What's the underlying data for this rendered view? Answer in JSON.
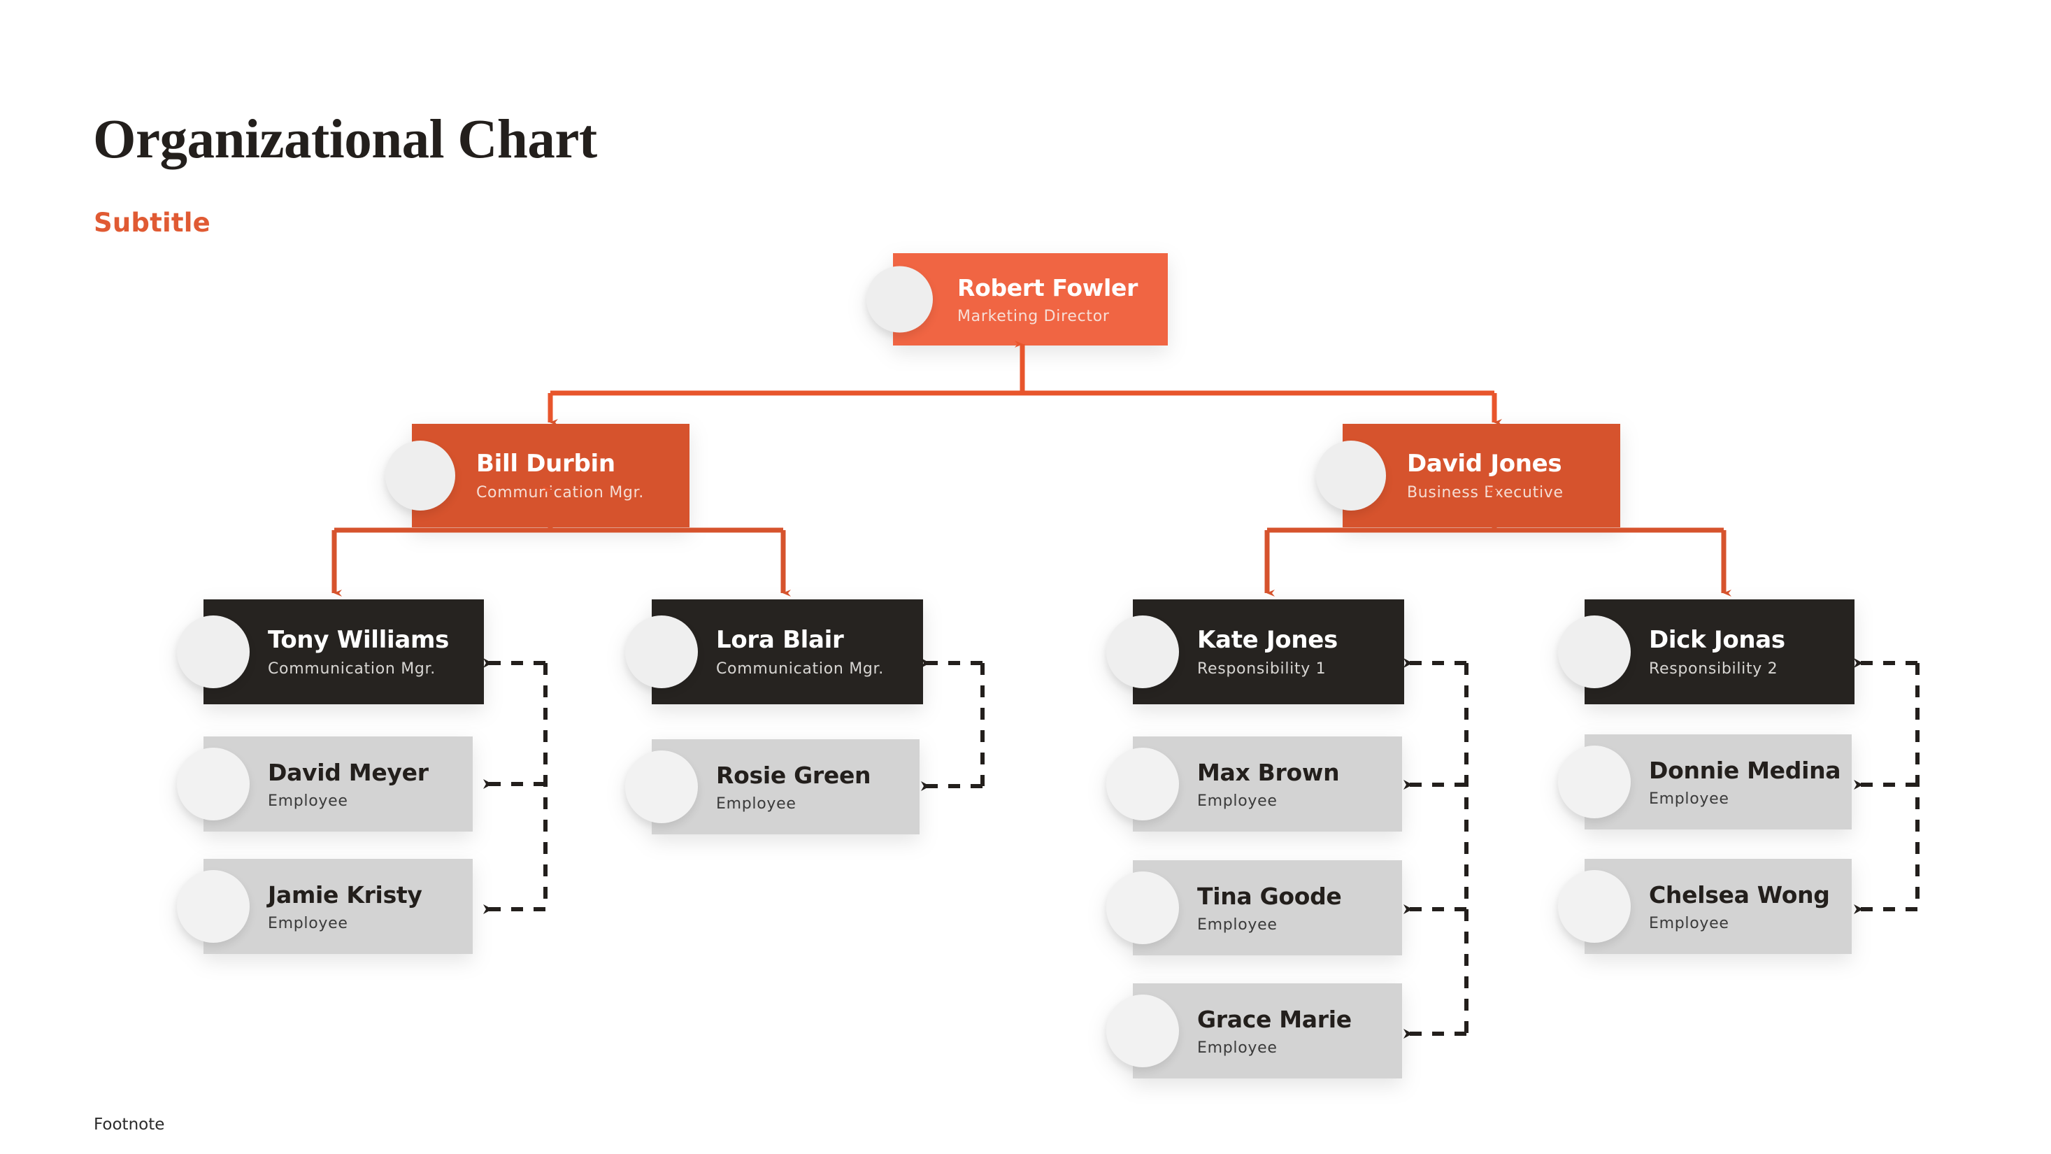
{
  "header": {
    "title": "Organizational Chart",
    "subtitle": "Subtitle",
    "footnote": "Footnote"
  },
  "colors": {
    "accent_orange": "#f06543",
    "manager_orange": "#d6532d",
    "lead_dark": "#262320",
    "employee_grey": "#d3d3d3",
    "avatar_grey": "#eeeeee",
    "title_dark": "#231f1c",
    "dashed_link": "#231f1c",
    "background": "#ffffff"
  },
  "chart_data": {
    "type": "diagram",
    "title": "Organizational Chart",
    "nodes": [
      {
        "id": "robert-fowler",
        "name": "Robert Fowler",
        "role": "Marketing Director",
        "level": 1,
        "style": "orange"
      },
      {
        "id": "bill-durbin",
        "name": "Bill Durbin",
        "role": "Communication Mgr.",
        "level": 2,
        "style": "orange-dark"
      },
      {
        "id": "david-jones",
        "name": "David Jones",
        "role": "Business Executive",
        "level": 2,
        "style": "orange-dark"
      },
      {
        "id": "tony-williams",
        "name": "Tony Williams",
        "role": "Communication Mgr.",
        "level": 3,
        "style": "dark"
      },
      {
        "id": "lora-blair",
        "name": "Lora Blair",
        "role": "Communication Mgr.",
        "level": 3,
        "style": "dark"
      },
      {
        "id": "kate-jones",
        "name": "Kate Jones",
        "role": "Responsibility 1",
        "level": 3,
        "style": "dark"
      },
      {
        "id": "dick-jonas",
        "name": "Dick Jonas",
        "role": "Responsibility 2",
        "level": 3,
        "style": "dark"
      },
      {
        "id": "david-meyer",
        "name": "David Meyer",
        "role": "Employee",
        "level": 4,
        "style": "grey"
      },
      {
        "id": "jamie-kristy",
        "name": "Jamie Kristy",
        "role": "Employee",
        "level": 4,
        "style": "grey"
      },
      {
        "id": "rosie-green",
        "name": "Rosie Green",
        "role": "Employee",
        "level": 4,
        "style": "grey"
      },
      {
        "id": "max-brown",
        "name": "Max Brown",
        "role": "Employee",
        "level": 4,
        "style": "grey"
      },
      {
        "id": "tina-goode",
        "name": "Tina Goode",
        "role": "Employee",
        "level": 4,
        "style": "grey"
      },
      {
        "id": "grace-marie",
        "name": "Grace Marie",
        "role": "Employee",
        "level": 4,
        "style": "grey"
      },
      {
        "id": "donnie-medina",
        "name": "Donnie Medina",
        "role": "Employee",
        "level": 4,
        "style": "grey"
      },
      {
        "id": "chelsea-wong",
        "name": "Chelsea Wong",
        "role": "Employee",
        "level": 4,
        "style": "grey"
      }
    ],
    "edges": [
      {
        "from": "robert-fowler",
        "to": "bill-durbin",
        "style": "solid-orange"
      },
      {
        "from": "robert-fowler",
        "to": "david-jones",
        "style": "solid-orange"
      },
      {
        "from": "bill-durbin",
        "to": "tony-williams",
        "style": "solid-orange"
      },
      {
        "from": "bill-durbin",
        "to": "lora-blair",
        "style": "solid-orange"
      },
      {
        "from": "david-jones",
        "to": "kate-jones",
        "style": "solid-orange"
      },
      {
        "from": "david-jones",
        "to": "dick-jonas",
        "style": "solid-orange"
      },
      {
        "from": "tony-williams",
        "to": "david-meyer",
        "style": "dashed-black"
      },
      {
        "from": "tony-williams",
        "to": "jamie-kristy",
        "style": "dashed-black"
      },
      {
        "from": "lora-blair",
        "to": "rosie-green",
        "style": "dashed-black"
      },
      {
        "from": "kate-jones",
        "to": "max-brown",
        "style": "dashed-black"
      },
      {
        "from": "kate-jones",
        "to": "tina-goode",
        "style": "dashed-black"
      },
      {
        "from": "kate-jones",
        "to": "grace-marie",
        "style": "dashed-black"
      },
      {
        "from": "dick-jonas",
        "to": "donnie-medina",
        "style": "dashed-black"
      },
      {
        "from": "dick-jonas",
        "to": "chelsea-wong",
        "style": "dashed-black"
      }
    ]
  },
  "nodes": {
    "robert_fowler": {
      "name": "Robert Fowler",
      "role": "Marketing Director"
    },
    "bill_durbin": {
      "name": "Bill Durbin",
      "role": "Communication Mgr."
    },
    "david_jones": {
      "name": "David Jones",
      "role": "Business Executive"
    },
    "tony_williams": {
      "name": "Tony Williams",
      "role": "Communication Mgr."
    },
    "lora_blair": {
      "name": "Lora Blair",
      "role": "Communication Mgr."
    },
    "kate_jones": {
      "name": "Kate Jones",
      "role": "Responsibility 1"
    },
    "dick_jonas": {
      "name": "Dick Jonas",
      "role": "Responsibility 2"
    },
    "david_meyer": {
      "name": "David Meyer",
      "role": "Employee"
    },
    "jamie_kristy": {
      "name": "Jamie Kristy",
      "role": "Employee"
    },
    "rosie_green": {
      "name": "Rosie Green",
      "role": "Employee"
    },
    "max_brown": {
      "name": "Max Brown",
      "role": "Employee"
    },
    "tina_goode": {
      "name": "Tina Goode",
      "role": "Employee"
    },
    "grace_marie": {
      "name": "Grace Marie",
      "role": "Employee"
    },
    "donnie_medina": {
      "name": "Donnie Medina",
      "role": "Employee"
    },
    "chelsea_wong": {
      "name": "Chelsea Wong",
      "role": "Employee"
    }
  }
}
